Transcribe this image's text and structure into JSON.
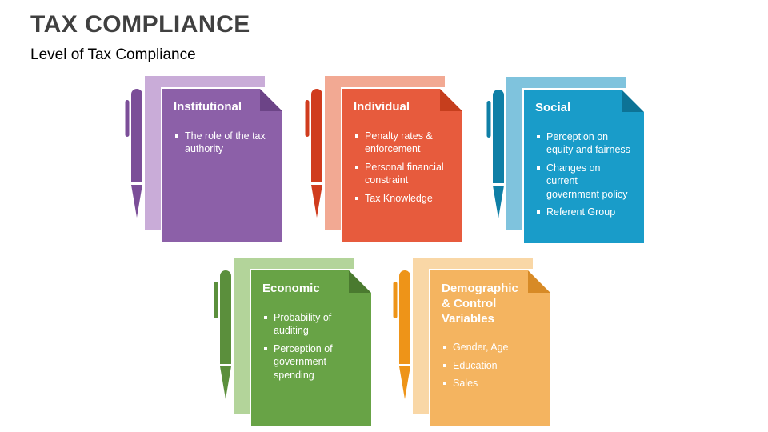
{
  "slide": {
    "title": "TAX COMPLIANCE",
    "subtitle": "Level of Tax Compliance"
  },
  "cards": [
    {
      "heading": "Institutional",
      "bullets": [
        "The role of the tax authority"
      ],
      "colors": {
        "front": "#8C60A8",
        "back": "#C9ACD8",
        "fold": "#6C4487",
        "pen": "#7B4E98"
      }
    },
    {
      "heading": "Individual",
      "bullets": [
        "Penalty rates & enforcement",
        "Personal financial constraint",
        "Tax Knowledge"
      ],
      "colors": {
        "front": "#E75B3D",
        "back": "#F2A993",
        "fold": "#C63E1D",
        "pen": "#D03C1E"
      }
    },
    {
      "heading": "Social",
      "bullets": [
        "Perception on equity and fairness",
        "Changes on current government policy",
        "Referent Group"
      ],
      "colors": {
        "front": "#199CC9",
        "back": "#7FC3DD",
        "fold": "#0D7396",
        "pen": "#0F7FA6"
      }
    },
    {
      "heading": "Economic",
      "bullets": [
        "Probability of auditing",
        "Perception of government spending"
      ],
      "colors": {
        "front": "#68A346",
        "back": "#B3D49A",
        "fold": "#4A7A2F",
        "pen": "#5B8F3C"
      }
    },
    {
      "heading": "Demographic & Control Variables",
      "bullets": [
        "Gender, Age",
        "Education",
        "Sales"
      ],
      "colors": {
        "front": "#F4B460",
        "back": "#F9D7A6",
        "fold": "#D78A26",
        "pen": "#EE9418"
      }
    }
  ]
}
